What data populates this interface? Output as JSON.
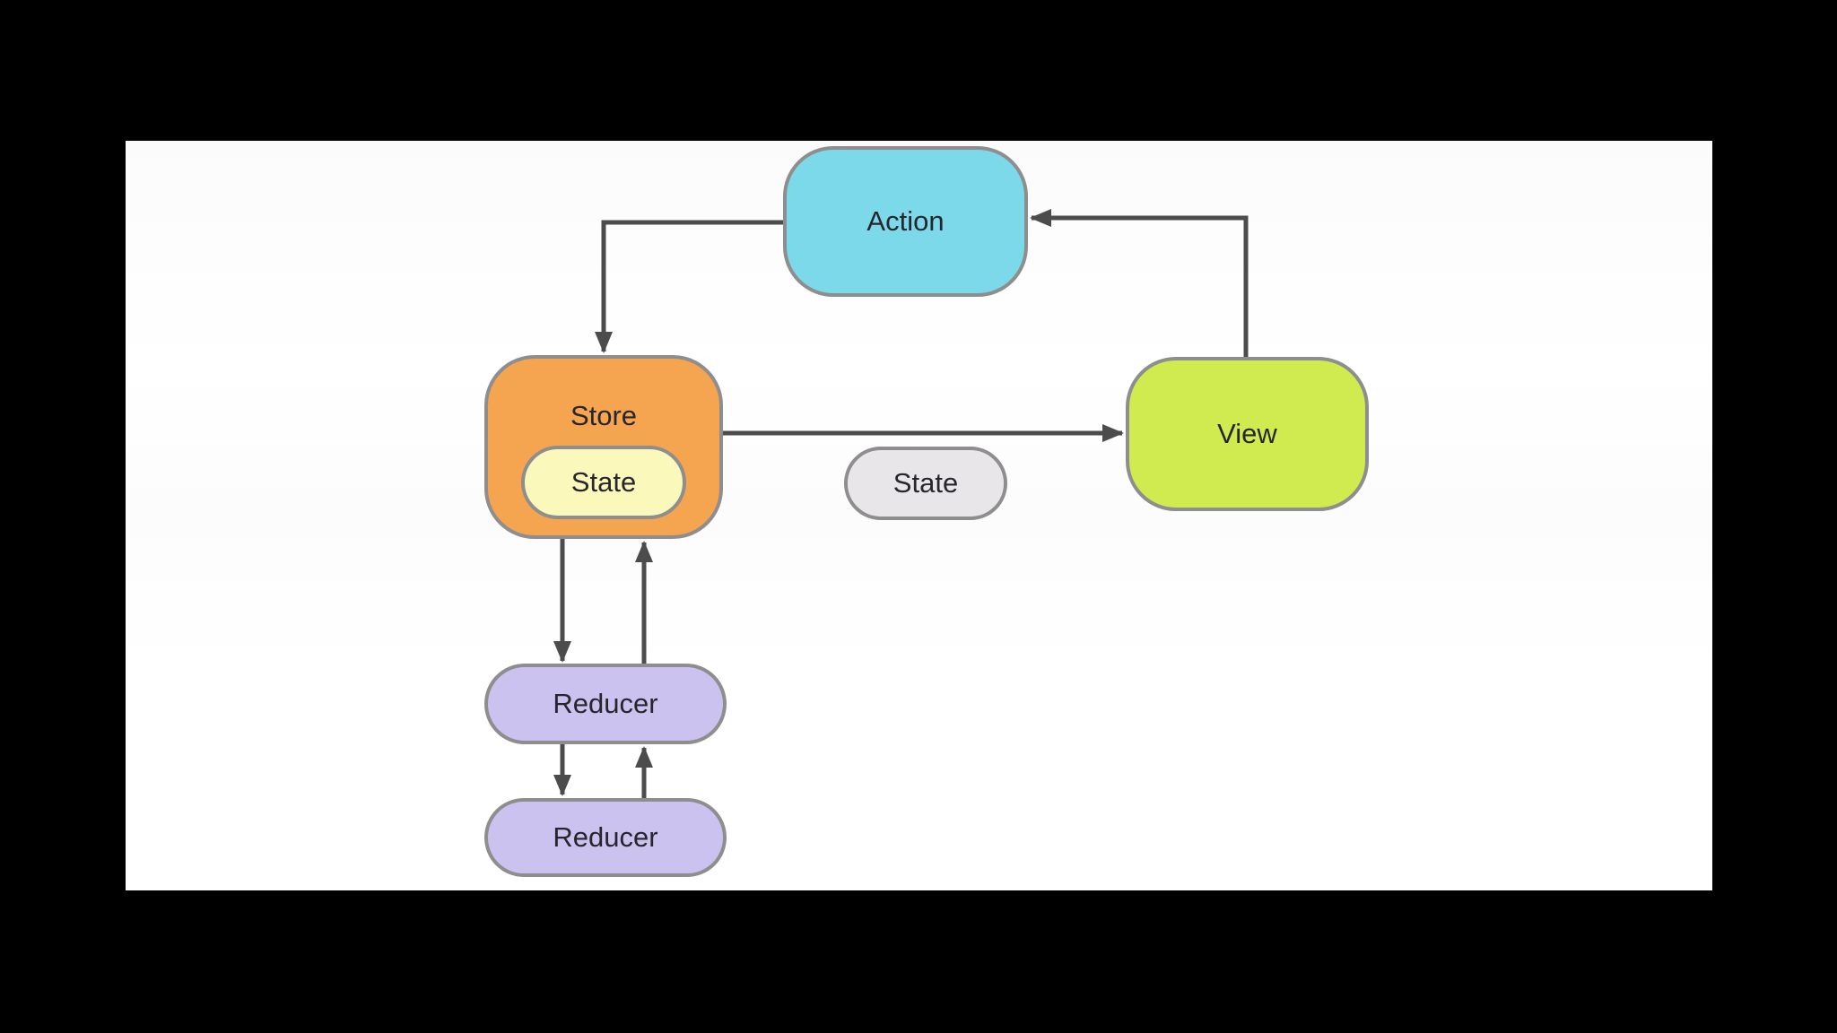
{
  "frame": {
    "background": "#000000",
    "slide_background": "#ffffff"
  },
  "diagram": {
    "type": "flow",
    "nodes": {
      "action": {
        "label": "Action"
      },
      "store": {
        "label": "Store"
      },
      "store_state": {
        "label": "State"
      },
      "state": {
        "label": "State"
      },
      "view": {
        "label": "View"
      },
      "reducer_1": {
        "label": "Reducer"
      },
      "reducer_2": {
        "label": "Reducer"
      }
    },
    "edges": [
      {
        "from": "action",
        "to": "store"
      },
      {
        "from": "store",
        "to": "view"
      },
      {
        "from": "view",
        "to": "action"
      },
      {
        "from": "store",
        "to": "reducer-1"
      },
      {
        "from": "reducer-1",
        "to": "store"
      },
      {
        "from": "reducer-1",
        "to": "reducer-2"
      },
      {
        "from": "reducer-2",
        "to": "reducer-1"
      }
    ],
    "colors": {
      "action_fill": "#7cd9e9",
      "store_fill": "#f5a44f",
      "store_state_fill": "#faf8bb",
      "state_fill": "#e8e6e9",
      "view_fill": "#d0eb4f",
      "reducer_fill": "#ccc2f0",
      "node_border": "#8e8e8e",
      "arrow": "#4c4c4c",
      "label_text": "#26262c"
    }
  }
}
